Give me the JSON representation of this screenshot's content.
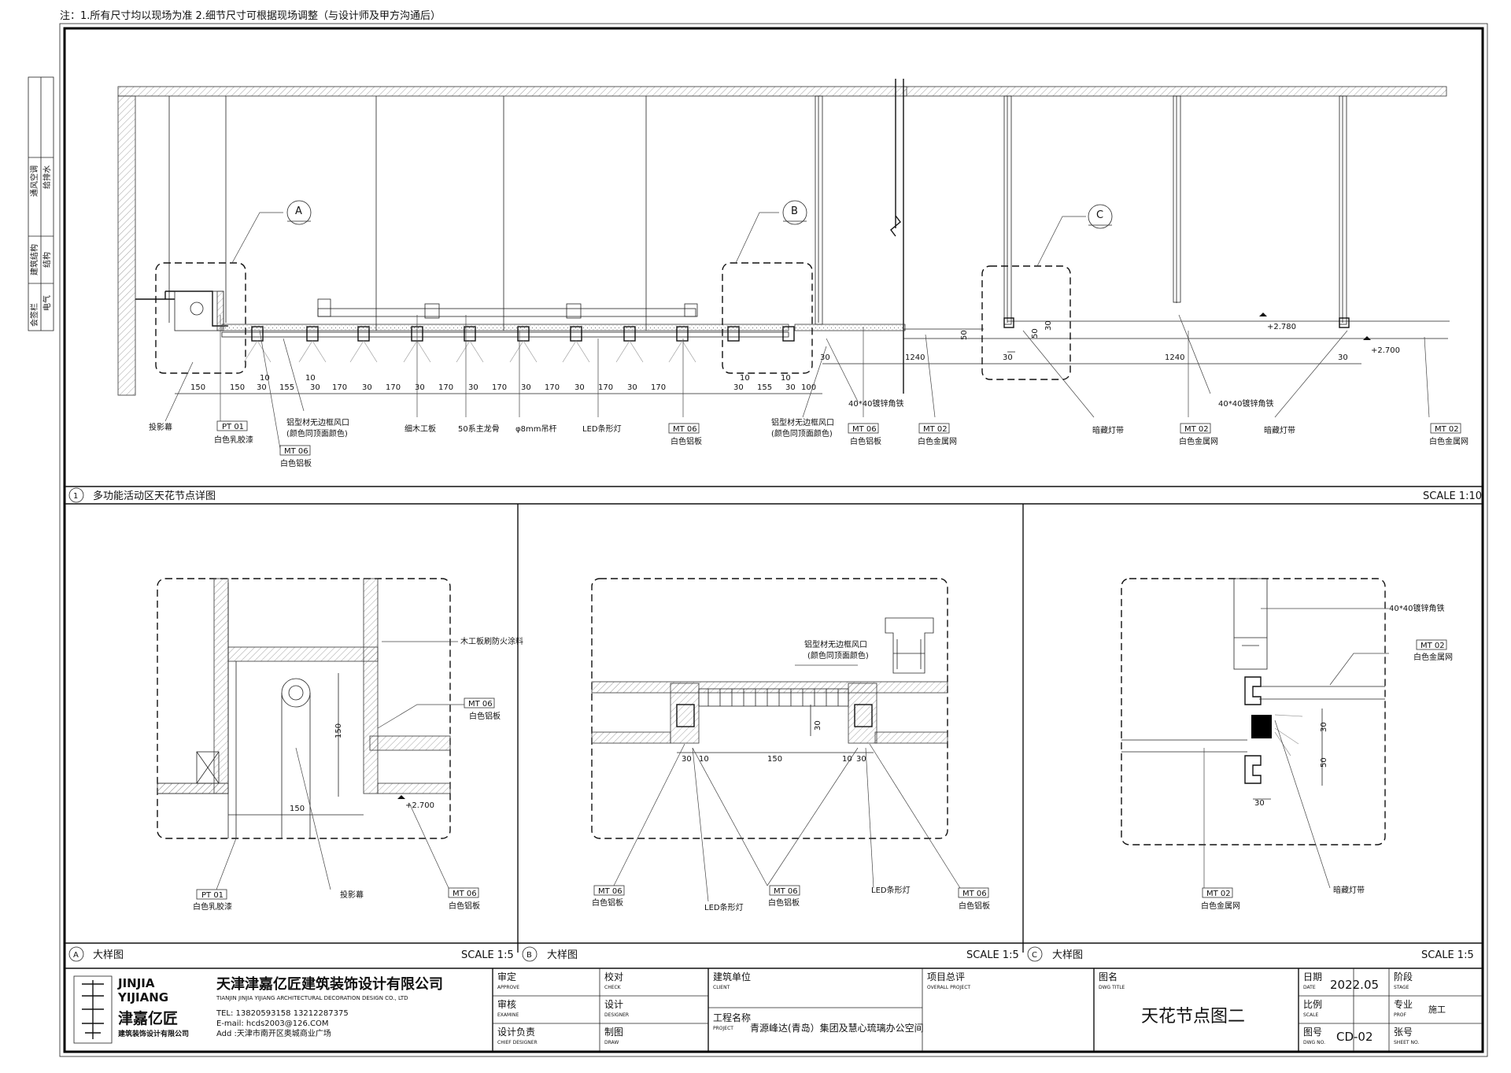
{
  "note": "注：1.所有尺寸均以现场为准 2.细节尺寸可根据现场调整（与设计师及甲方沟通后）",
  "left_strip": {
    "labels": [
      "通风空调",
      "给排水",
      "建筑结构",
      "结构",
      "电气",
      "会签栏"
    ]
  },
  "section1": {
    "num": "1",
    "title": "多功能活动区天花节点详图",
    "scale": "SCALE 1:10",
    "callouts": [
      "A",
      "B",
      "C"
    ],
    "dims": [
      "150",
      "150",
      "10",
      "30",
      "155",
      "10",
      "30",
      "170",
      "30",
      "170",
      "30",
      "170",
      "30",
      "170",
      "30",
      "170",
      "30",
      "170",
      "30",
      "170",
      "10",
      "30",
      "155",
      "10",
      "30",
      "100",
      "30",
      "1240",
      "30",
      "1240",
      "30",
      "50",
      "50",
      "30"
    ],
    "levels": [
      "+2.780",
      "+2.700"
    ],
    "labels": {
      "l1": "投影幕",
      "l2_code": "PT 01",
      "l2": "白色乳胶漆",
      "l3_code": "MT 06",
      "l3": "白色铝板",
      "l4a": "铝型材无边框风口",
      "l4b": "(颜色同顶面颜色)",
      "l5": "细木工板",
      "l6": "50系主龙骨",
      "l7": "φ8mm吊杆",
      "l8": "LED条形灯",
      "l9_code": "MT 06",
      "l9": "白色铝板",
      "l10a": "铝型材无边框风口",
      "l10b": "(颜色同顶面颜色)",
      "l11_code": "MT 06",
      "l11": "白色铝板",
      "l12": "40*40镀锌角铁",
      "l13_code": "MT 02",
      "l13": "白色金属网",
      "l14": "暗藏灯带",
      "l15": "40*40镀锌角铁",
      "l16_code": "MT 02",
      "l16": "白色金属网",
      "l17": "暗藏灯带",
      "l18_code": "MT 02",
      "l18": "白色金属网"
    }
  },
  "panelA": {
    "num": "A",
    "title": "大样图",
    "scale": "SCALE 1:5",
    "dims": [
      "150",
      "150"
    ],
    "level": "+2.700",
    "labels": {
      "a1": "木工板刷防火涂料",
      "a2_code": "MT 06",
      "a2": "白色铝板",
      "a3_code": "PT 01",
      "a3": "白色乳胶漆",
      "a4": "投影幕",
      "a5_code": "MT 06",
      "a5": "白色铝板"
    }
  },
  "panelB": {
    "num": "B",
    "title": "大样图",
    "scale": "SCALE 1:5",
    "dims": [
      "30",
      "10",
      "150",
      "10",
      "30",
      "30"
    ],
    "labels": {
      "b1a": "铝型材无边框风口",
      "b1b": "(颜色同顶面颜色)",
      "b2_code": "MT 06",
      "b2": "白色铝板",
      "b3": "LED条形灯",
      "b4_code": "MT 06",
      "b4": "白色铝板",
      "b5": "LED条形灯",
      "b6_code": "MT 06",
      "b6": "白色铝板"
    }
  },
  "panelC": {
    "num": "C",
    "title": "大样图",
    "scale": "SCALE 1:5",
    "dims": [
      "30",
      "50",
      "30"
    ],
    "labels": {
      "c1": "40*40镀锌角铁",
      "c2_code": "MT 02",
      "c2": "白色金属网",
      "c3_code": "MT 02",
      "c3": "白色金属网",
      "c4": "暗藏灯带"
    }
  },
  "titleblock": {
    "logo_en1": "JINJIA",
    "logo_en2": "YIJIANG",
    "logo_cn": "津嘉亿匠",
    "logo_sub": "建筑装饰设计有限公司",
    "company_cn": "天津津嘉亿匠建筑装饰设计有限公司",
    "company_en": "TIANJIN JINJIA YIJIANG ARCHITECTURAL DECORATION DESIGN CO., LTD",
    "tel": "TEL: 13820593158  13212287375",
    "email": "E-mail: hcds2003@126.COM",
    "addr": "Add :天津市南开区奥城商业广场",
    "approve_cn": "审定",
    "approve_en": "APPROVE",
    "check_cn": "校对",
    "check_en": "CHECK",
    "examine_cn": "审核",
    "examine_en": "EXAMINE",
    "designer_cn": "设计",
    "designer_en": "DESIGNER",
    "chief_cn": "设计负责",
    "chief_en": "CHIEF DESIGNER",
    "draw_cn": "制图",
    "draw_en": "DRAW",
    "client_cn": "建筑单位",
    "client_en": "CLIENT",
    "overall_cn": "项目总评",
    "overall_en": "OVERALL PROJECT",
    "project_cn": "工程名称",
    "project_en": "PROJECT",
    "project_name": "青源峰达(青岛）集团及慧心琉璃办公空间",
    "dwgtitle_cn": "图名",
    "dwgtitle_en": "DWG TITLE",
    "dwg_title": "天花节点图二",
    "date_cn": "日期",
    "date_en": "DATE",
    "date": "2022.05",
    "stage_cn": "阶段",
    "stage_en": "STAGE",
    "scale_cn": "比例",
    "scale_en": "SCALE",
    "prof_cn": "专业",
    "prof_en": "PROF",
    "prof": "施工",
    "dwgno_cn": "图号",
    "dwgno_en": "DWG NO.",
    "dwg_no": "CD-02",
    "sheet_cn": "张号",
    "sheet_en": "SHEET NO."
  }
}
